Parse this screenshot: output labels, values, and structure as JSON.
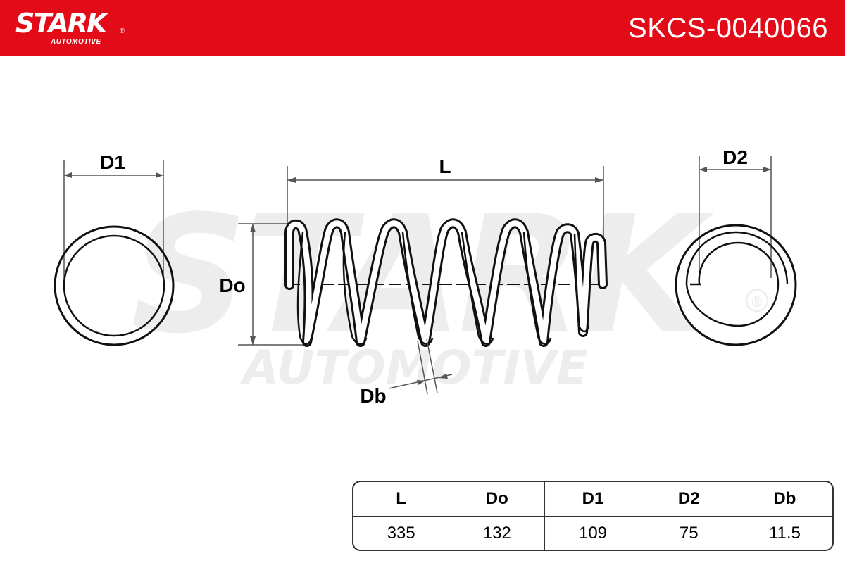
{
  "header": {
    "brand": "STARK",
    "brand_sub": "AUTOMOTIVE",
    "registered": "®",
    "part_number": "SKCS-0040066",
    "bg_color": "#e30b17"
  },
  "watermark": {
    "main": "STARK",
    "sub": "AUTOMOTIVE",
    "registered": "®"
  },
  "dimensions": {
    "d1": "D1",
    "l": "L",
    "d2": "D2",
    "do": "Do",
    "db": "Db"
  },
  "spec_table": {
    "headers": [
      "L",
      "Do",
      "D1",
      "D2",
      "Db"
    ],
    "values": [
      "335",
      "132",
      "109",
      "75",
      "11.5"
    ]
  }
}
